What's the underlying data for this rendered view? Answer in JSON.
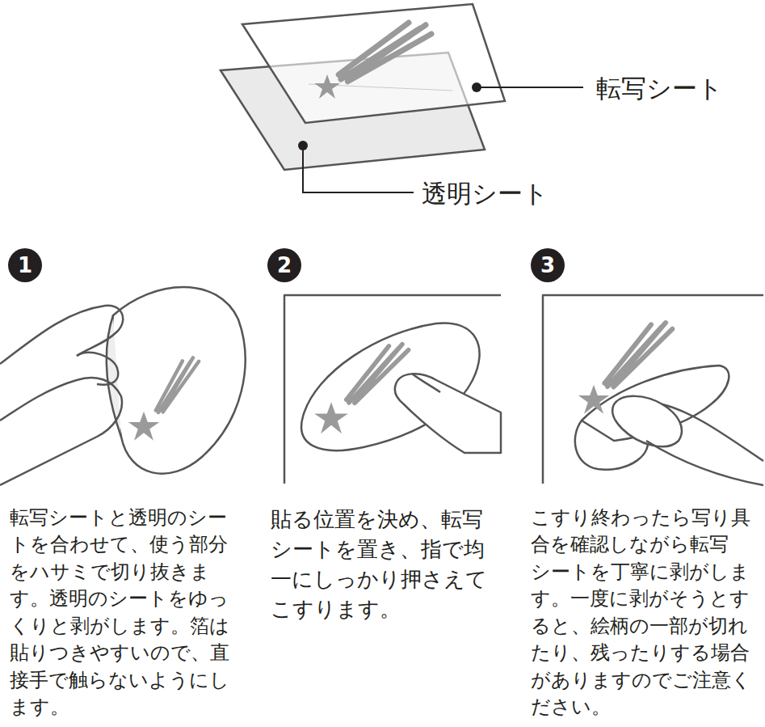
{
  "diagram": {
    "nodes": [
      {
        "text": [
          "1"
        ]
      },
      {
        "text": [
          "2"
        ]
      },
      {
        "text": [
          "3"
        ]
      }
    ],
    "labels": [
      "転写シート",
      "透明シート",
      "転写シートと透明のシートを合わせて、使う部分をハサミで切り抜きます。透明のシートをゆっくりと剥がします。箔は貼りつきやすいので、直接手で触らないようにします。",
      "貼る位置を決め、転写シートを置き、指で均一にしっかり押さえてこすります。",
      "こすり終わったら写り具合を確認しながら転写シートを丁寧に剥がします。一度に剥がそうとすると、絵柄の一部が切れたり、残ったりする場合がありますのでご注意ください。"
    ]
  }
}
